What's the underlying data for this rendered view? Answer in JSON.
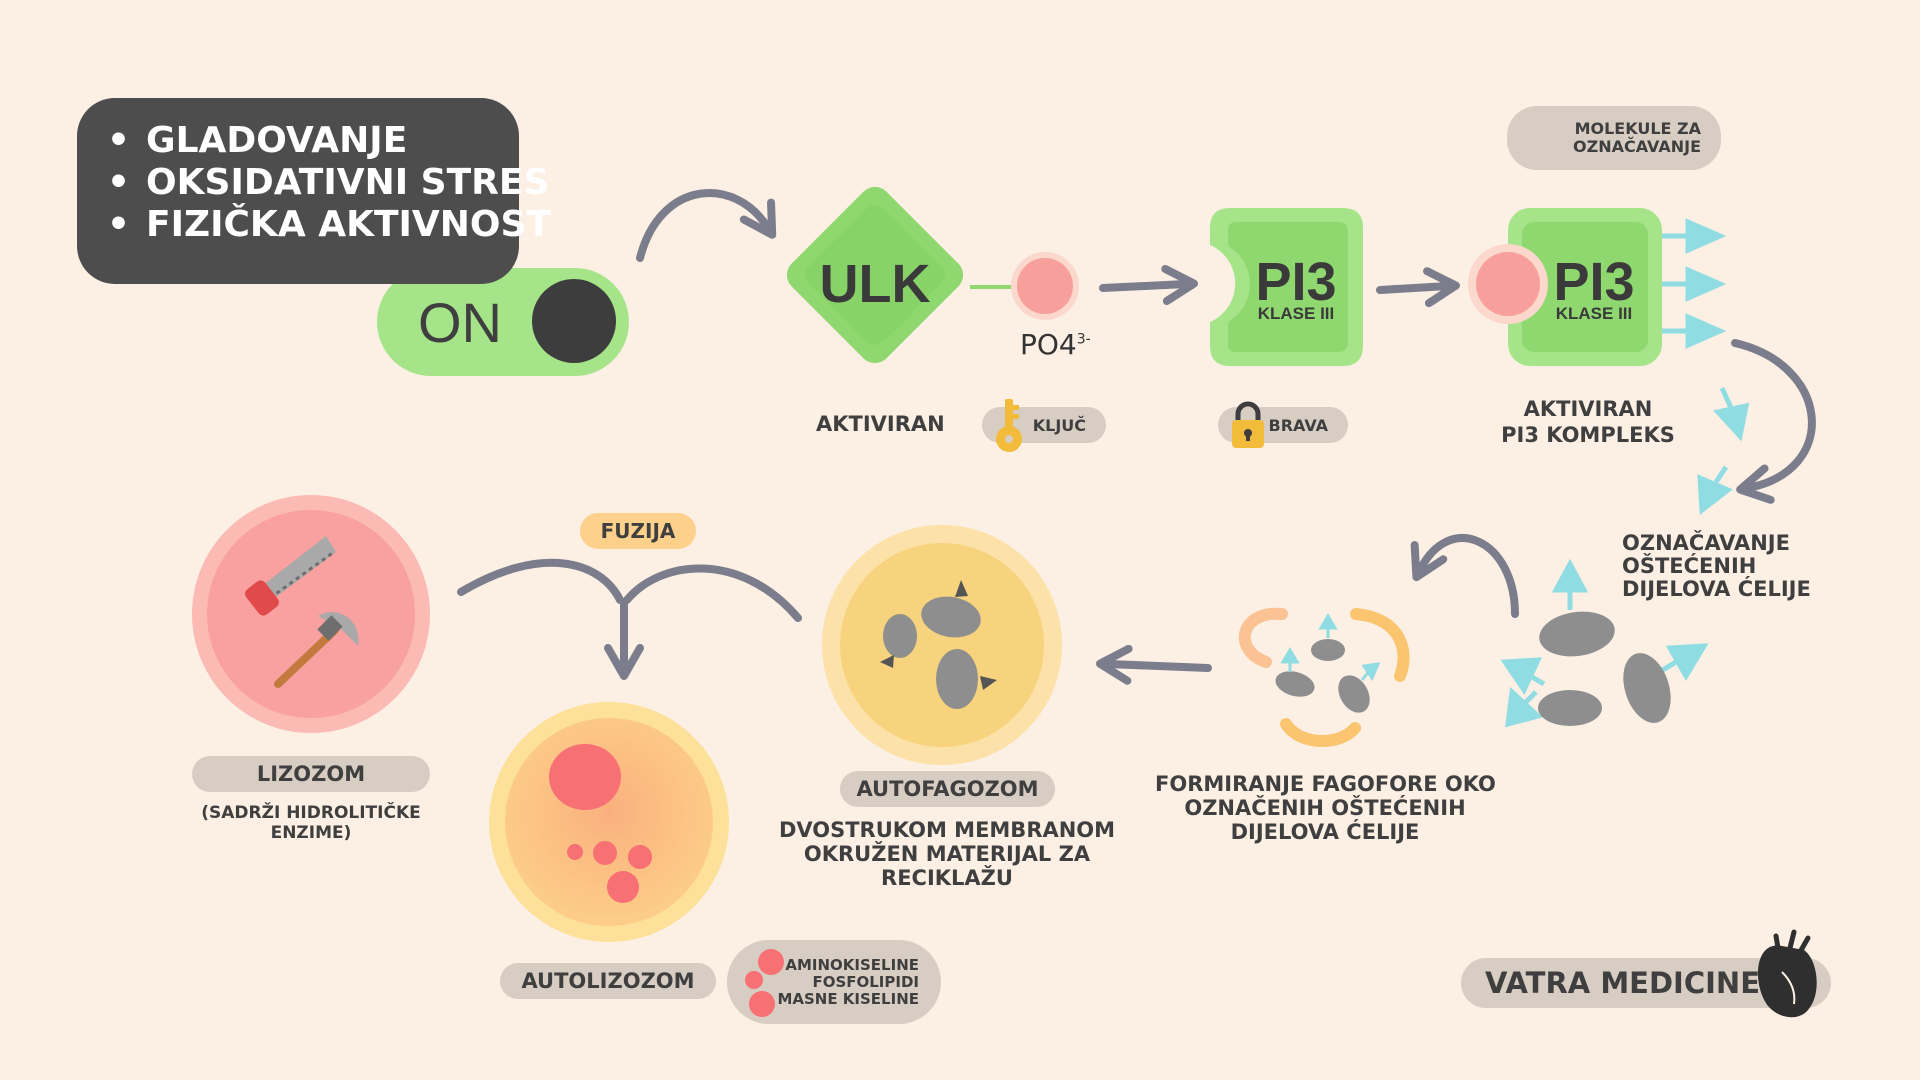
{
  "conditions": [
    "GLADOVANJE",
    "OKSIDATIVNI STRES",
    "FIZIČKA AKTIVNOST"
  ],
  "toggle_label": "ON",
  "ulk": {
    "label": "ULK",
    "caption": "AKTIVIRAN",
    "phosphate": "PO4",
    "phosphate_charge": "3-"
  },
  "key_label": "KLJUČ",
  "lock_label": "BRAVA",
  "pi3": {
    "label": "PI3",
    "sublabel": "KLASE III"
  },
  "pi3_active": {
    "label": "PI3",
    "sublabel": "KLASE III",
    "caption_line1": "AKTIVIRAN",
    "caption_line2": "PI3 KOMPLEKS"
  },
  "marker_legend": {
    "line1": "MOLEKULE ZA",
    "line2": "OZNAČAVANJE"
  },
  "tagging": {
    "line1": "OZNAČAVANJE",
    "line2": "OŠTEĆENIH",
    "line3": "DIJELOVA ĆELIJE"
  },
  "phagophore": {
    "line1": "FORMIRANJE FAGOFORE OKO",
    "line2": "OZNAČENIH OŠTEĆENIH",
    "line3": "DIJELOVA ĆELIJE"
  },
  "autophagosome": {
    "label": "AUTOFAGOZOM",
    "line1": "DVOSTRUKOM MEMBRANOM",
    "line2": "OKRUŽEN MATERIJAL ZA",
    "line3": "RECIKLAŽU"
  },
  "fusion_label": "FUZIJA",
  "lysosome": {
    "label": "LIZOZOM",
    "line1": "(SADRŽI HIDROLITIČKE",
    "line2": "ENZIME)"
  },
  "autolysosome": {
    "label": "AUTOLIZOZOM"
  },
  "products": [
    "AMINOKISELINE",
    "FOSFOLIPIDI",
    "MASNE KISELINE"
  ],
  "brand": "VATRA MEDICINE",
  "colors": {
    "background": "#fcefe3",
    "dark": "#4d4d4d",
    "green": "#8fd86f",
    "green_light": "#a6e489",
    "phosphate": "#f7a09b",
    "cyan_marker": "#8fdde3",
    "arrow": "#7b7d8c",
    "pill": "#d7cdc3",
    "fusion": "#fdd18c",
    "lysosome": "#f8a1a0",
    "autophagosome": "#f8d37e",
    "debris": "#8e8e8e"
  }
}
